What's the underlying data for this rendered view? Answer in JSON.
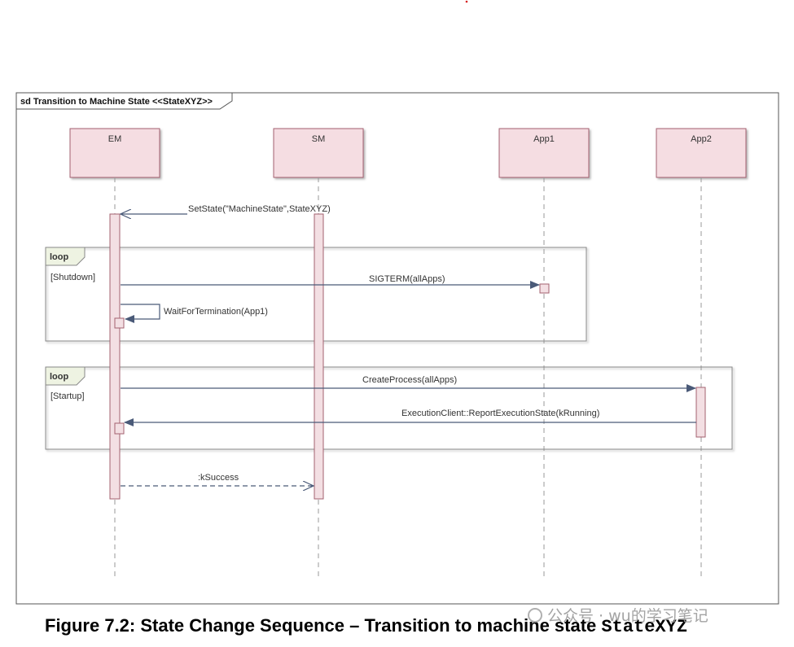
{
  "diagram": {
    "frame_title": "sd Transition to Machine State <<StateXYZ>>",
    "lifelines": [
      {
        "id": "em",
        "label": "EM"
      },
      {
        "id": "sm",
        "label": "SM"
      },
      {
        "id": "app1",
        "label": "App1"
      },
      {
        "id": "app2",
        "label": "App2"
      }
    ],
    "messages": {
      "set_state": "SetState(\"MachineState\",StateXYZ)",
      "sigterm": "SIGTERM(allApps)",
      "wait_for_termination": "WaitForTermination(App1)",
      "create_process": "CreateProcess(allApps)",
      "report_execution_state": "ExecutionClient::ReportExecutionState(kRunning)",
      "k_success": ":kSuccess"
    },
    "fragments": [
      {
        "id": "loop-shutdown",
        "operator": "loop",
        "guard": "[Shutdown]"
      },
      {
        "id": "loop-startup",
        "operator": "loop",
        "guard": "[Startup]"
      }
    ]
  },
  "caption": {
    "text": "Figure 7.2: State Change Sequence – Transition to machine state ",
    "code": "StateXYZ"
  },
  "watermark": "公众号 · wu的学习笔记",
  "colors": {
    "lifeline_fill": "#f5dde2",
    "lifeline_stroke": "#a3616f",
    "activation_fill": "#f3dfe3",
    "arrow": "#4a5a78",
    "fragment_header_fill": "#eef3e2",
    "frame_stroke": "#555555"
  }
}
